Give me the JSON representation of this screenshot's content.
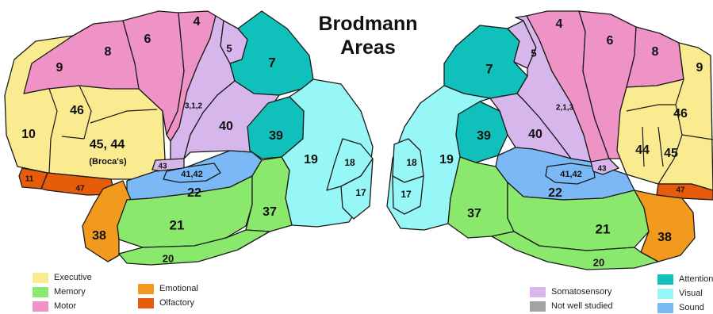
{
  "title": {
    "line1": "Brodmann",
    "line2": "Areas"
  },
  "colors": {
    "executive": "#faeb91",
    "memory": "#8ae86c",
    "motor": "#ef93c6",
    "emotional": "#f19a1d",
    "olfactory": "#e65c0b",
    "somatosensory": "#d7b6ec",
    "not_well_studied": "#a3a3a3",
    "attention": "#0fc0bb",
    "visual": "#97f7f6",
    "sound": "#7ab9f5"
  },
  "legend": {
    "left": [
      {
        "key": "executive",
        "label": "Executive"
      },
      {
        "key": "memory",
        "label": "Memory"
      },
      {
        "key": "motor",
        "label": "Motor"
      },
      {
        "key": "emotional",
        "label": "Emotional"
      },
      {
        "key": "olfactory",
        "label": "Olfactory"
      }
    ],
    "right": [
      {
        "key": "somatosensory",
        "label": "Somatosensory"
      },
      {
        "key": "not_well_studied",
        "label": "Not well studied"
      },
      {
        "key": "attention",
        "label": "Attention"
      },
      {
        "key": "visual",
        "label": "Visual"
      },
      {
        "key": "sound",
        "label": "Sound"
      }
    ]
  },
  "left_hemisphere": {
    "labels": {
      "a9": "9",
      "a8": "8",
      "a6": "6",
      "a4": "4",
      "a5": "5",
      "a7": "7",
      "a46": "46",
      "a10": "10",
      "a4544": "45, 44",
      "broca": "(Broca's)",
      "a312": "3,1,2",
      "a40": "40",
      "a39": "39",
      "a19": "19",
      "a18": "18",
      "a17": "17",
      "a43": "43",
      "a4142": "41,42",
      "a22": "22",
      "a11": "11",
      "a47": "47",
      "a38": "38",
      "a21": "21",
      "a37": "37",
      "a20": "20"
    }
  },
  "right_hemisphere": {
    "labels": {
      "a4": "4",
      "a6": "6",
      "a8": "8",
      "a9": "9",
      "a5": "5",
      "a7": "7",
      "a213": "2,1,3",
      "a46": "46",
      "a40": "40",
      "a39": "39",
      "a44": "44",
      "a45": "45",
      "a19": "19",
      "a18": "18",
      "a17": "17",
      "a43": "43",
      "a4142": "41,42",
      "a22": "22",
      "a47": "47",
      "a37": "37",
      "a21": "21",
      "a38": "38",
      "a20": "20"
    }
  }
}
